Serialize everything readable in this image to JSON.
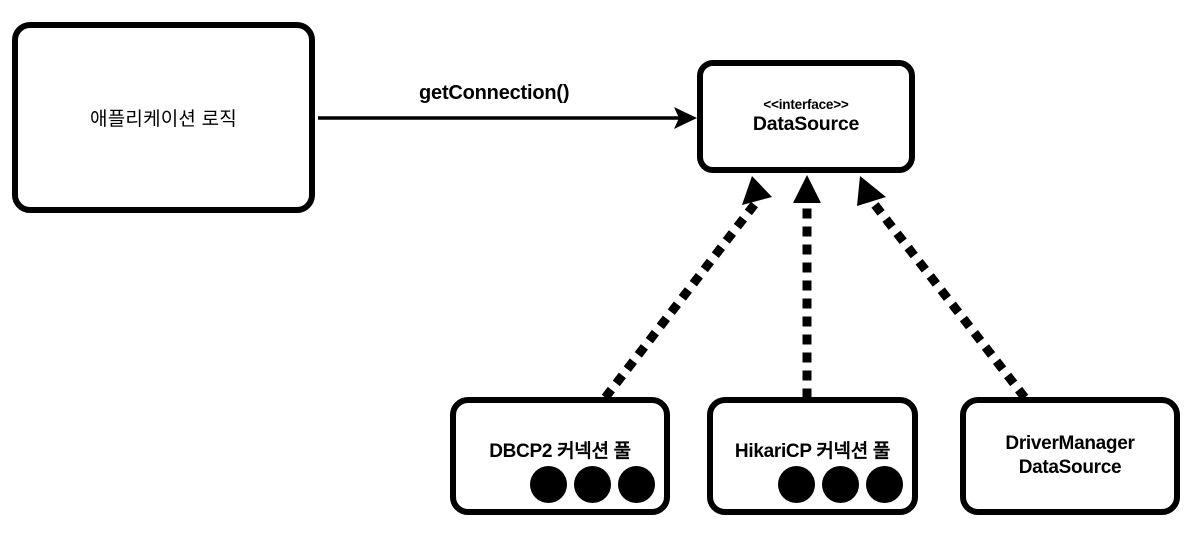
{
  "diagram": {
    "title": "DataSource interface and implementations",
    "type": "uml-class-diagram",
    "background_color": "#ffffff",
    "stroke_color": "#000000"
  },
  "nodes": {
    "application_logic": {
      "label": "애플리케이션 로직",
      "shape": "rounded-rectangle"
    },
    "datasource": {
      "stereotype": "<<interface>>",
      "title": "DataSource",
      "shape": "rounded-rectangle"
    },
    "dbcp2_pool": {
      "title": "DBCP2 커넥션 풀",
      "connection_count": 3,
      "shape": "rounded-rectangle"
    },
    "hikaricp_pool": {
      "title": "HikariCP 커넥션 풀",
      "connection_count": 3,
      "shape": "rounded-rectangle"
    },
    "drivermanager_datasource": {
      "title_line1": "DriverManager",
      "title_line2": "DataSource",
      "connection_count": 0,
      "shape": "rounded-rectangle"
    }
  },
  "edges": {
    "get_connection": {
      "label": "getConnection()",
      "from": "application_logic",
      "to": "datasource",
      "style": "solid",
      "arrowhead": "filled-triangle"
    },
    "realization_dbcp2": {
      "from": "dbcp2_pool",
      "to": "datasource",
      "style": "dotted",
      "arrowhead": "filled-triangle"
    },
    "realization_hikaricp": {
      "from": "hikaricp_pool",
      "to": "datasource",
      "style": "dotted",
      "arrowhead": "filled-triangle"
    },
    "realization_drivermanager": {
      "from": "drivermanager_datasource",
      "to": "datasource",
      "style": "dotted",
      "arrowhead": "filled-triangle"
    }
  }
}
